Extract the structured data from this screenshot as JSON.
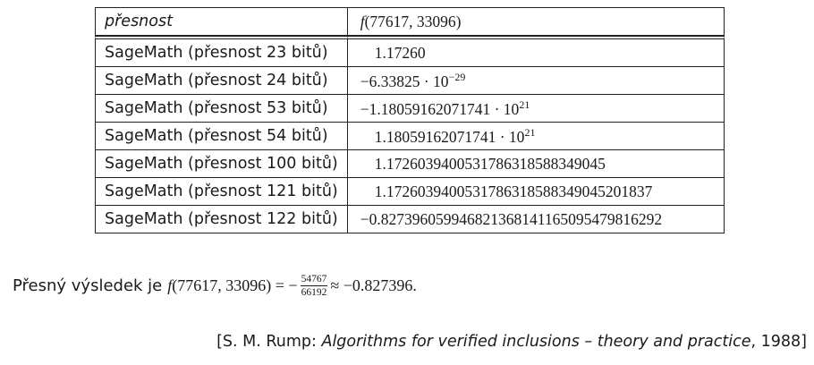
{
  "table": {
    "header": {
      "col1": "přesnost",
      "col2": "f(77617, 33096)"
    },
    "rows": [
      {
        "label": "SageMath (přesnost 23 bitů)",
        "mantissa": "1.17260",
        "exponent": "",
        "negative": false
      },
      {
        "label": "SageMath (přesnost 24 bitů)",
        "mantissa": "−6.33825",
        "exponent": "−29",
        "negative": true
      },
      {
        "label": "SageMath (přesnost 53 bitů)",
        "mantissa": "−1.18059162071741",
        "exponent": "21",
        "negative": true
      },
      {
        "label": "SageMath (přesnost 54 bitů)",
        "mantissa": "1.18059162071741",
        "exponent": "21",
        "negative": false
      },
      {
        "label": "SageMath (přesnost 100 bitů)",
        "mantissa": "1.1726039400531786318588349045",
        "exponent": "",
        "negative": false
      },
      {
        "label": "SageMath (přesnost 121 bitů)",
        "mantissa": "1.1726039400531786318588349045201837",
        "exponent": "",
        "negative": false
      },
      {
        "label": "SageMath (přesnost 122 bitů)",
        "mantissa": "−0.827396059946821368141165095479816292",
        "exponent": "",
        "negative": true
      }
    ]
  },
  "result": {
    "prefix": "Přesný výsledek je",
    "expr": "f(77617, 33096) = −",
    "numerator": "54767",
    "denominator": "66192",
    "approx": "≈ −0.827396."
  },
  "citation": {
    "open": "[S. M. Rump: ",
    "title": "Algorithms for verified inclusions – theory and practice",
    "close": ", 1988]"
  }
}
